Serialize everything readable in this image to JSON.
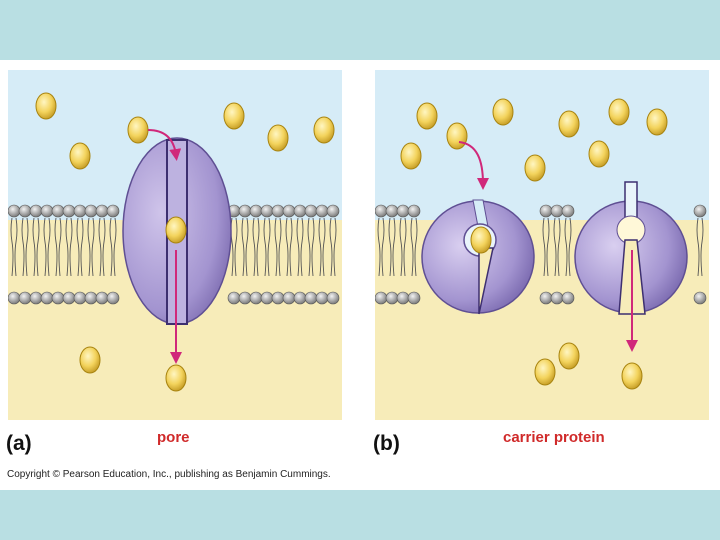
{
  "panels": [
    {
      "letter": "(a)",
      "caption": "pore"
    },
    {
      "letter": "(b)",
      "caption": "carrier protein"
    }
  ],
  "copyright": "Copyright © Pearson Education, Inc., publishing as Benjamin Cummings.",
  "colors": {
    "background_band": "#b9dfe3",
    "outside_cell": "#d6ecf7",
    "inside_cell": "#f7ecb9",
    "protein": "#a99ad0",
    "protein_dark": "#6a5a9c",
    "molecule": "#f3d35c",
    "arrow": "#d0287a",
    "caption": "#d02a2a"
  },
  "icons": {
    "molecule": "solute-molecule-icon",
    "phospholipid": "phospholipid-icon",
    "arrow": "transport-arrow-icon"
  }
}
